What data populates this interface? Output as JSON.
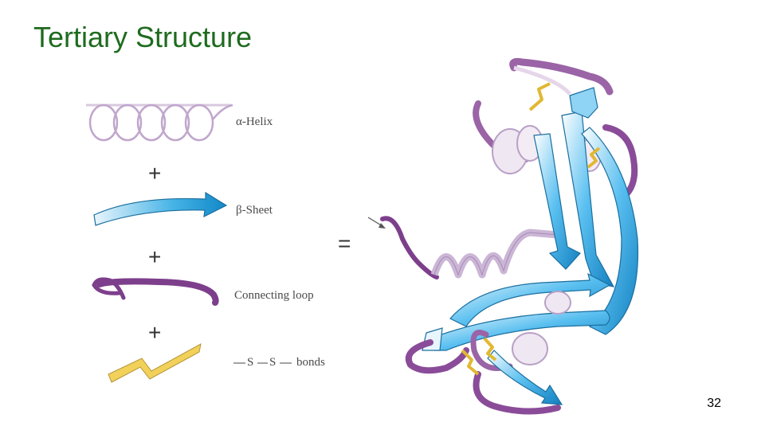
{
  "slide": {
    "title": "Tertiary Structure",
    "page_number": "32"
  },
  "legend": {
    "helix_label": "α-Helix",
    "sheet_label": "β-Sheet",
    "loop_label": "Connecting loop",
    "bond_label_s1": "S",
    "bond_label_s2": "S",
    "bond_label_text": "bonds",
    "plus": "+",
    "equals": "="
  },
  "colors": {
    "title": "#1e6b1e",
    "helix": "#c9b3d3",
    "sheet": "#1e9ad6",
    "loop": "#7d3f8c",
    "bond": "#f2d15a"
  }
}
